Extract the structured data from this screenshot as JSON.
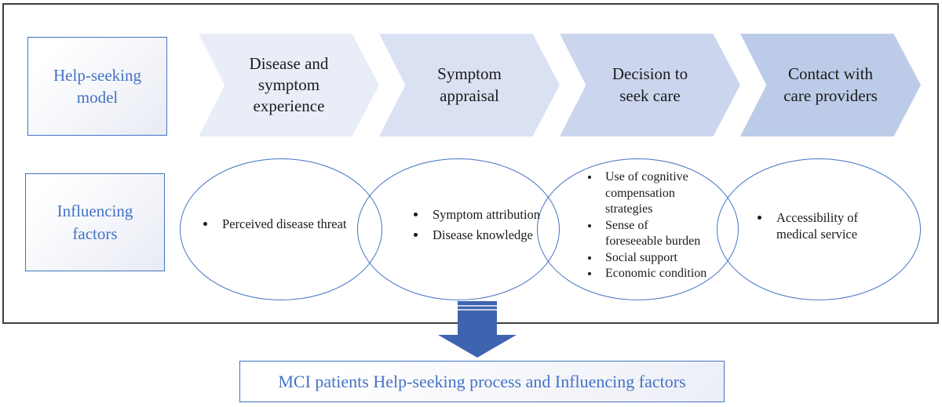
{
  "model_row": {
    "label": "Help-seeking\nmodel",
    "stages": [
      {
        "label": "Disease and\nsymptom\nexperience",
        "color": "#e9edf8"
      },
      {
        "label": "Symptom\nappraisal",
        "color": "#dae1f3"
      },
      {
        "label": "Decision to\nseek care",
        "color": "#cbd6ee"
      },
      {
        "label": "Contact with\ncare providers",
        "color": "#bccce8"
      }
    ]
  },
  "factors_row": {
    "label": "Influencing\nfactors",
    "groups": [
      {
        "items": [
          "Perceived disease threat"
        ]
      },
      {
        "items": [
          "Symptom attribution",
          "Disease knowledge"
        ]
      },
      {
        "items": [
          "Use of cognitive\ncompensation\nstrategies",
          "Sense of\nforeseeable burden",
          "Social support",
          "Economic condition"
        ]
      },
      {
        "items": [
          "Accessibility of\nmedical service"
        ]
      }
    ]
  },
  "caption": "MCI patients Help-seeking process and Influencing factors",
  "colors": {
    "accent_blue": "#4472c4",
    "arrow_blue": "#3f64af",
    "frame_border": "#3f3f3f",
    "stage_text": "#1b1b1b"
  }
}
